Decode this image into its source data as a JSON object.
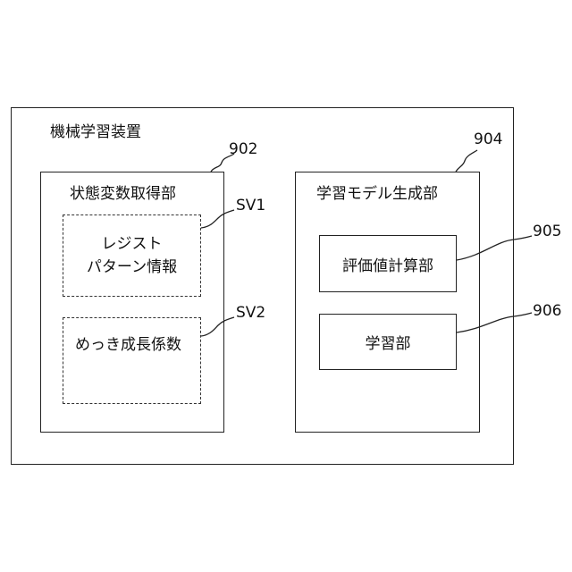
{
  "device": {
    "title": "機械学習装置"
  },
  "state_unit": {
    "title": "状態変数取得部",
    "ref": "902",
    "variables": [
      {
        "ref": "SV1",
        "lines": [
          "レジスト",
          "パターン情報"
        ]
      },
      {
        "ref": "SV2",
        "lines": [
          "めっき成長係数"
        ]
      }
    ]
  },
  "model_unit": {
    "title": "学習モデル生成部",
    "ref": "904",
    "blocks": [
      {
        "ref": "905",
        "label": "評価値計算部"
      },
      {
        "ref": "906",
        "label": "学習部"
      }
    ]
  }
}
